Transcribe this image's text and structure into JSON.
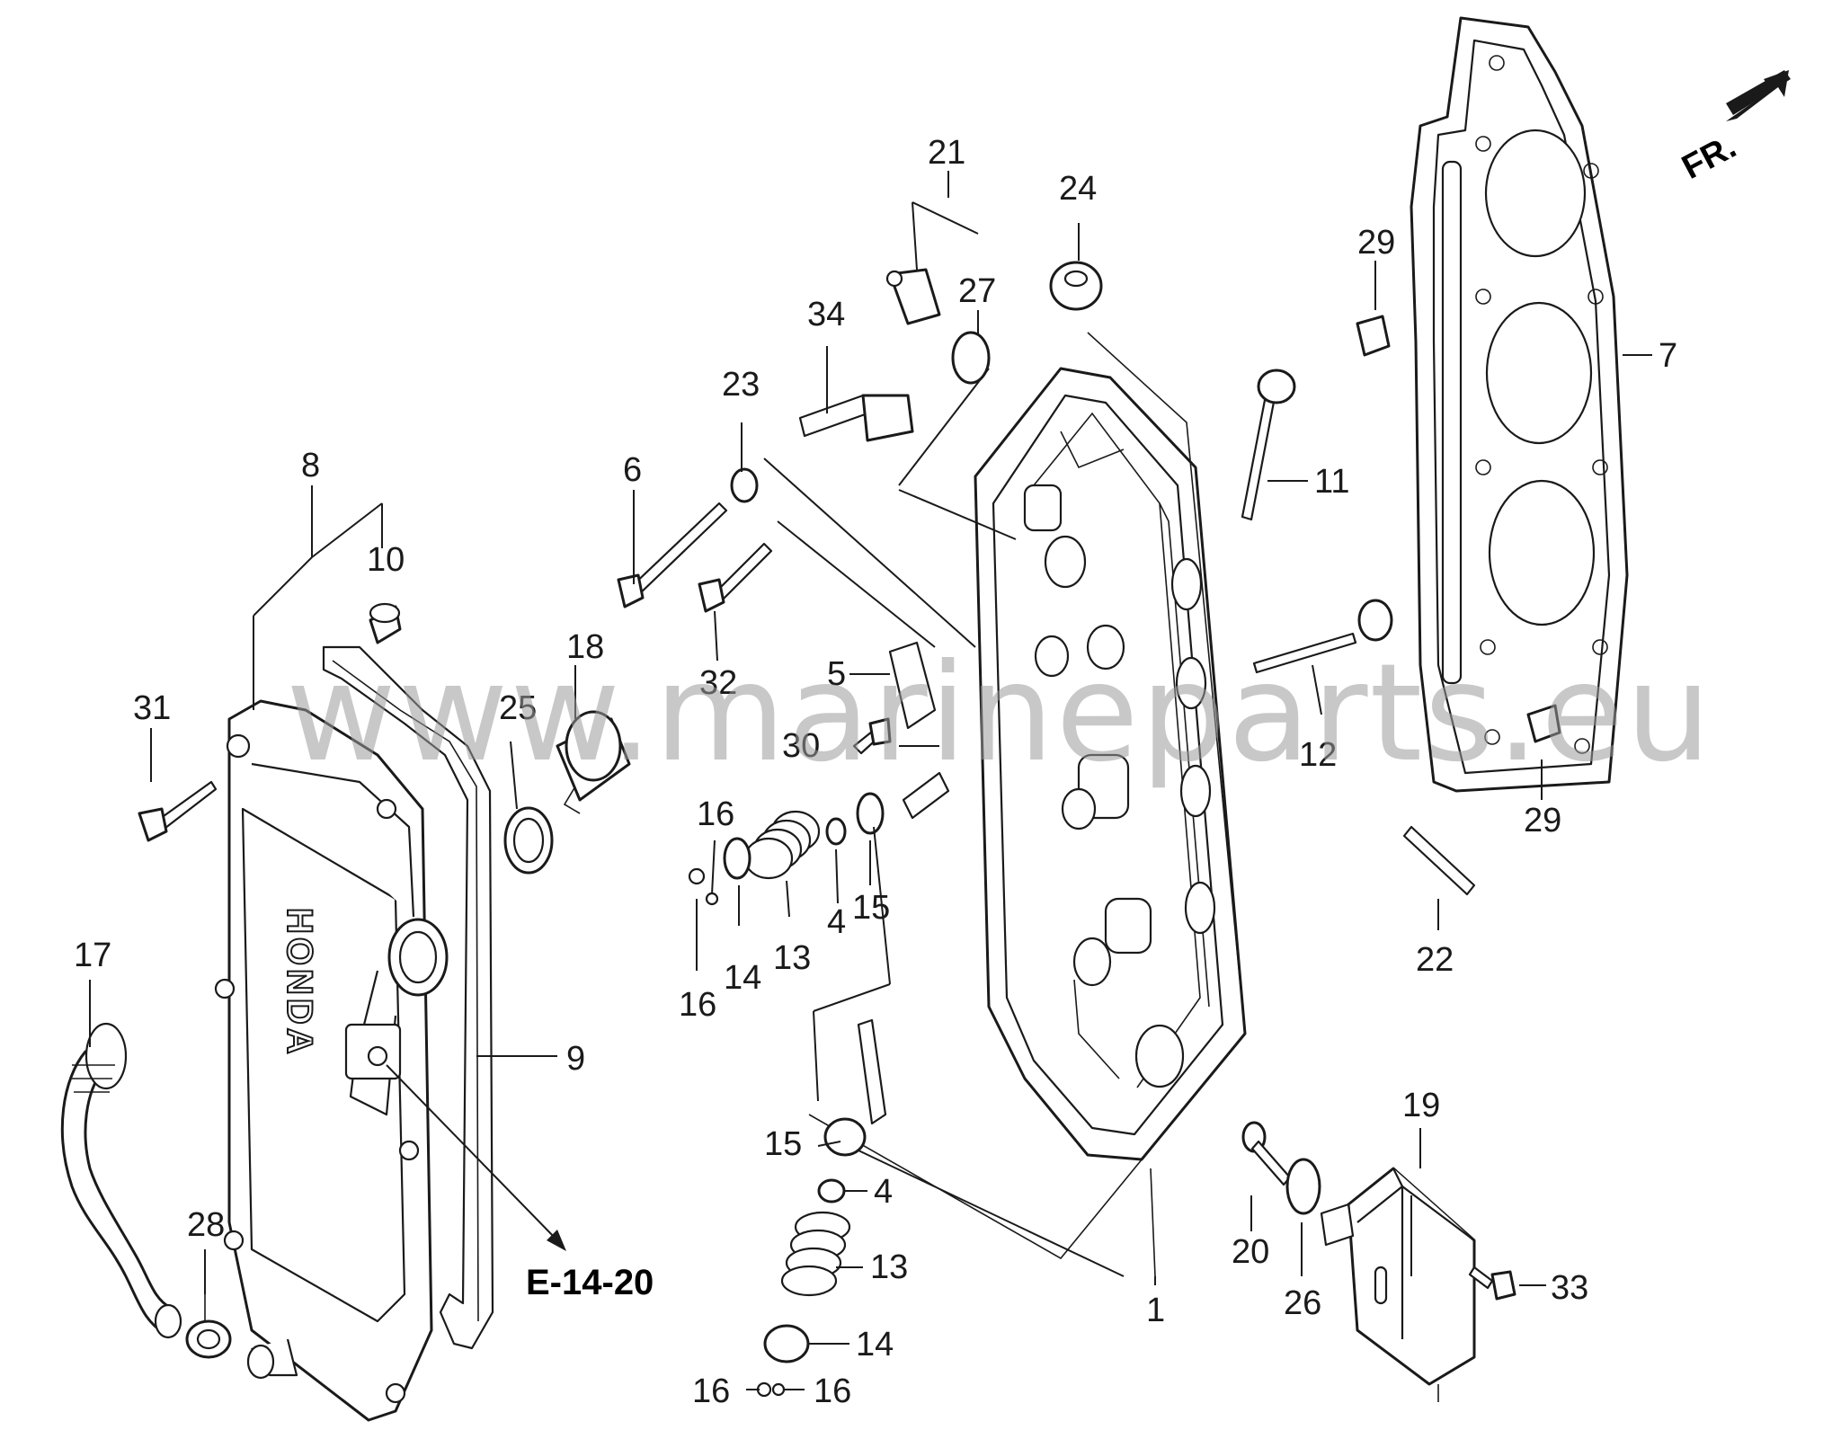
{
  "watermark": "www.marineparts.eu",
  "reference": "E-14-20",
  "front_marker": "FR.",
  "brand_mark": "HONDA",
  "callouts": {
    "c1": "1",
    "c4a": "4",
    "c4b": "4",
    "c5": "5",
    "c6": "6",
    "c7": "7",
    "c8": "8",
    "c9": "9",
    "c10": "10",
    "c11": "11",
    "c12": "12",
    "c13a": "13",
    "c13b": "13",
    "c14a": "14",
    "c14b": "14",
    "c15a": "15",
    "c15b": "15",
    "c16a": "16",
    "c16b": "16",
    "c16c": "16",
    "c16d": "16",
    "c17": "17",
    "c18": "18",
    "c19": "19",
    "c20": "20",
    "c21": "21",
    "c22": "22",
    "c23": "23",
    "c24": "24",
    "c25": "25",
    "c26": "26",
    "c27": "27",
    "c28": "28",
    "c29a": "29",
    "c29b": "29",
    "c30": "30",
    "c31": "31",
    "c32": "32",
    "c33": "33",
    "c34": "34"
  }
}
